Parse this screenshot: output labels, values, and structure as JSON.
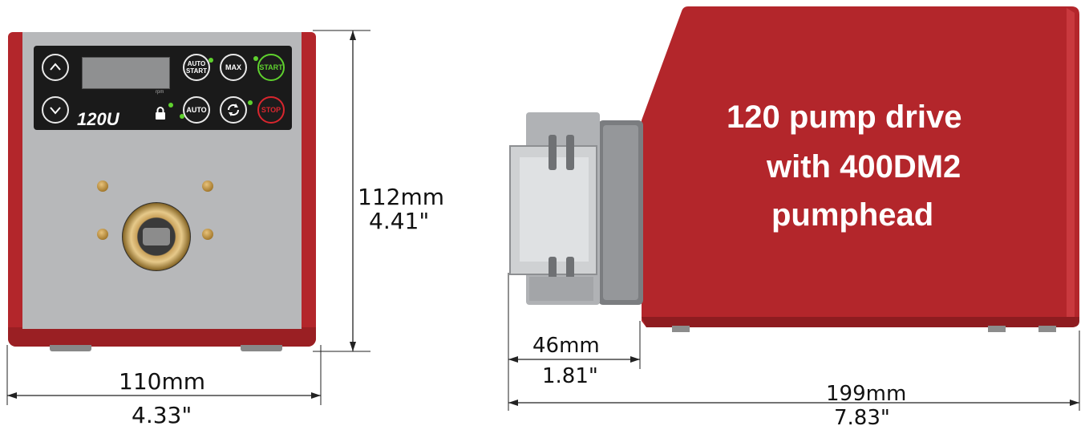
{
  "front_view": {
    "model_label": "120U",
    "display_unit": "rpm",
    "buttons": {
      "up": "",
      "down": "",
      "auto_start": "AUTO\nSTART",
      "max": "MAX",
      "start": "START",
      "auto": "AUTO",
      "stop": "STOP"
    },
    "width_mm": "110mm",
    "width_in": "4.33\"",
    "height_mm": "112mm",
    "height_in": "4.41\""
  },
  "side_view": {
    "title_line1": "120 pump drive",
    "title_line2": "with 400DM2",
    "title_line3": "pumphead",
    "pumphead_mm": "46mm",
    "pumphead_in": "1.81\"",
    "length_mm": "199mm",
    "length_in": "7.83\""
  },
  "colors": {
    "housing_red": "#b3262b",
    "panel_gray": "#b7b8ba",
    "keypad_black": "#1a1a1a",
    "led_green": "#5fd12e",
    "stop_red": "#d8262e"
  }
}
